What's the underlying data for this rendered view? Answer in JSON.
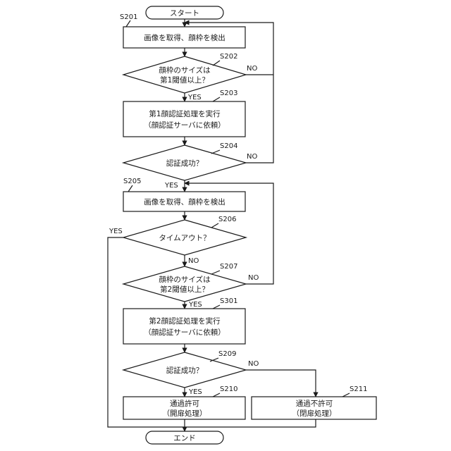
{
  "start": {
    "label": "スタート"
  },
  "end": {
    "label": "エンド"
  },
  "steps": {
    "s201": {
      "id": "S201",
      "lines": [
        "画像を取得、顔枠を検出"
      ]
    },
    "s202": {
      "id": "S202",
      "lines": [
        "顔枠のサイズは",
        "第1閾値以上？"
      ]
    },
    "s203": {
      "id": "S203",
      "lines": [
        "第1顔認証処理を実行",
        "（顔認証サーバに依頼）"
      ]
    },
    "s204": {
      "id": "S204",
      "lines": [
        "認証成功？"
      ]
    },
    "s205": {
      "id": "S205",
      "lines": [
        "画像を取得、顔枠を検出"
      ]
    },
    "s206": {
      "id": "S206",
      "lines": [
        "タイムアウト？"
      ]
    },
    "s207": {
      "id": "S207",
      "lines": [
        "顔枠のサイズは",
        "第2閾値以上？"
      ]
    },
    "s301": {
      "id": "S301",
      "lines": [
        "第2顔認証処理を実行",
        "（顔認証サーバに依頼）"
      ]
    },
    "s209": {
      "id": "S209",
      "lines": [
        "認証成功？"
      ]
    },
    "s210": {
      "id": "S210",
      "lines": [
        "通過許可",
        "（開扉処理）"
      ]
    },
    "s211": {
      "id": "S211",
      "lines": [
        "通過不許可",
        "（閉扉処理）"
      ]
    }
  },
  "branches": {
    "s202_no": "NO",
    "s202_yes": "YES",
    "s204_no": "NO",
    "s204_yes": "YES",
    "s206_yes": "YES",
    "s206_no": "NO",
    "s207_no": "NO",
    "s207_yes": "YES",
    "s209_no": "NO",
    "s209_yes": "YES"
  }
}
